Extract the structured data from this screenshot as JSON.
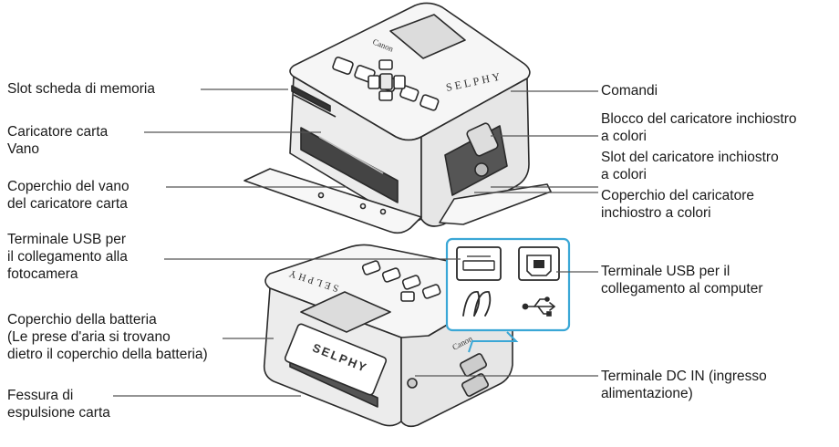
{
  "brand_text": "Canon",
  "model_text": "SELPHY",
  "connector_icons": {
    "camera_port": "pictbridge-direct-print-icon",
    "computer_port": "usb-trident-icon"
  },
  "colors": {
    "printer_body": "#f2f2f2",
    "outline": "#2a2a2a",
    "callout_highlight": "#3aa7d6",
    "leader_line": "#555555"
  },
  "labels": {
    "memory_slot": "Slot scheda di memoria",
    "paper_cassette_1": "Caricatore carta",
    "paper_cassette_2": "Vano",
    "cassette_cover_1": "Coperchio del vano",
    "cassette_cover_2": "del caricatore carta",
    "usb_camera_1": "Terminale USB per",
    "usb_camera_2": "il collegamento alla",
    "usb_camera_3": "fotocamera",
    "battery_cover_1": "Coperchio della batteria",
    "battery_cover_2": "(Le prese d'aria si trovano",
    "battery_cover_3": "dietro il coperchio della batteria)",
    "paper_exit_1": "Fessura di",
    "paper_exit_2": "espulsione carta",
    "controls": "Comandi",
    "ink_lock_1": "Blocco del caricatore inchiostro",
    "ink_lock_2": "a colori",
    "ink_slot_1": "Slot del caricatore inchiostro",
    "ink_slot_2": "a colori",
    "ink_cover_1": "Coperchio del caricatore",
    "ink_cover_2": "inchiostro a colori",
    "usb_computer_1": "Terminale USB per il",
    "usb_computer_2": "collegamento al computer",
    "dc_in_1": "Terminale DC IN (ingresso",
    "dc_in_2": "alimentazione)"
  }
}
